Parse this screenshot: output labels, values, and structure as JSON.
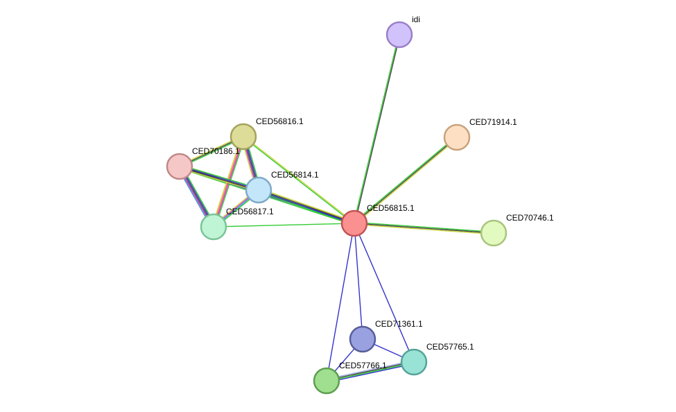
{
  "nodes": [
    {
      "id": "idi",
      "label": "idi",
      "fill": "#d1c2fb",
      "stroke": "#9a7fc9"
    },
    {
      "id": "CED71914.1",
      "label": "CED71914.1",
      "fill": "#fde0c4",
      "stroke": "#c8a27a"
    },
    {
      "id": "CED56816.1",
      "label": "CED56816.1",
      "fill": "#dddd99",
      "stroke": "#a3a35c"
    },
    {
      "id": "CED70186.1",
      "label": "CED70186.1",
      "fill": "#f6c7c7",
      "stroke": "#c08888"
    },
    {
      "id": "CED56814.1",
      "label": "CED56814.1",
      "fill": "#c4e6fa",
      "stroke": "#7fa9c8"
    },
    {
      "id": "CED56817.1",
      "label": "CED56817.1",
      "fill": "#bff5d5",
      "stroke": "#79c497"
    },
    {
      "id": "CED56815.1",
      "label": "CED56815.1",
      "fill": "#fb9090",
      "stroke": "#c05454"
    },
    {
      "id": "CED70746.1",
      "label": "CED70746.1",
      "fill": "#e2f9bf",
      "stroke": "#a8c47c"
    },
    {
      "id": "CED71361.1",
      "label": "CED71361.1",
      "fill": "#99a1e0",
      "stroke": "#575e99"
    },
    {
      "id": "CED57765.1",
      "label": "CED57765.1",
      "fill": "#99e2d6",
      "stroke": "#55a398"
    },
    {
      "id": "CED57766.1",
      "label": "CED57766.1",
      "fill": "#9fdf8f",
      "stroke": "#5e9e50"
    }
  ],
  "edges": [
    {
      "source": "CED56815.1",
      "target": "idi",
      "colors": [
        "#33cc33",
        "#444444"
      ]
    },
    {
      "source": "CED56815.1",
      "target": "CED71914.1",
      "colors": [
        "#33cc33",
        "#444444",
        "#c8d63a"
      ]
    },
    {
      "source": "CED56815.1",
      "target": "CED70746.1",
      "colors": [
        "#33cc33",
        "#444444",
        "#c8d63a"
      ]
    },
    {
      "source": "CED56815.1",
      "target": "CED56816.1",
      "colors": [
        "#33cc33",
        "#c8d63a"
      ]
    },
    {
      "source": "CED56815.1",
      "target": "CED70186.1",
      "colors": [
        "#33cc33",
        "#3333cc",
        "#444444",
        "#c8d63a"
      ]
    },
    {
      "source": "CED56815.1",
      "target": "CED56814.1",
      "colors": [
        "#33cc33",
        "#3333cc",
        "#444444",
        "#c8d63a"
      ]
    },
    {
      "source": "CED56815.1",
      "target": "CED56817.1",
      "colors": [
        "#33cc33"
      ]
    },
    {
      "source": "CED56815.1",
      "target": "CED71361.1",
      "colors": [
        "#3333cc"
      ]
    },
    {
      "source": "CED56815.1",
      "target": "CED57765.1",
      "colors": [
        "#3333cc"
      ]
    },
    {
      "source": "CED56815.1",
      "target": "CED57766.1",
      "colors": [
        "#3333cc"
      ]
    },
    {
      "source": "CED56816.1",
      "target": "CED70186.1",
      "colors": [
        "#33cc33",
        "#444444",
        "#c8d63a"
      ]
    },
    {
      "source": "CED56816.1",
      "target": "CED56814.1",
      "colors": [
        "#33cc33",
        "#3333cc",
        "#444444",
        "#cc33cc",
        "#c8d63a"
      ]
    },
    {
      "source": "CED56816.1",
      "target": "CED56817.1",
      "colors": [
        "#33cc33",
        "#cc33cc",
        "#ff6666",
        "#c8d63a"
      ]
    },
    {
      "source": "CED70186.1",
      "target": "CED56814.1",
      "colors": [
        "#33cc33",
        "#3333cc",
        "#444444",
        "#c8d63a"
      ]
    },
    {
      "source": "CED70186.1",
      "target": "CED56817.1",
      "colors": [
        "#33cc33",
        "#3333cc",
        "#444444",
        "#cc33cc",
        "#3399cc"
      ]
    },
    {
      "source": "CED56814.1",
      "target": "CED56817.1",
      "colors": [
        "#33cc33",
        "#3399cc",
        "#cc33cc",
        "#c8d63a"
      ]
    },
    {
      "source": "CED71361.1",
      "target": "CED57765.1",
      "colors": [
        "#3333cc"
      ]
    },
    {
      "source": "CED71361.1",
      "target": "CED57766.1",
      "colors": [
        "#3333cc"
      ]
    },
    {
      "source": "CED57765.1",
      "target": "CED57766.1",
      "colors": [
        "#3333cc",
        "#33cc33",
        "#444444",
        "#a8b4e8"
      ]
    }
  ]
}
